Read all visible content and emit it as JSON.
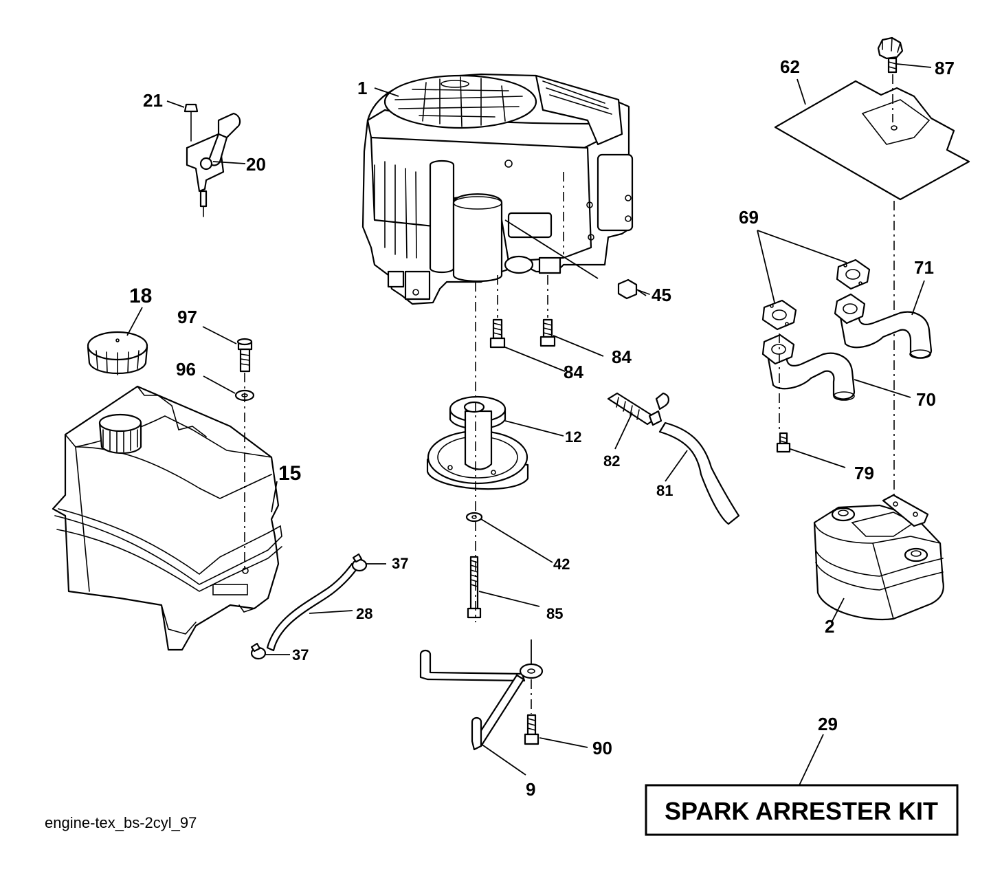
{
  "diagram": {
    "footer_code": "engine-tex_bs-2cyl_97",
    "kit_label": "SPARK ARRESTER KIT",
    "colors": {
      "ink": "#000000",
      "paper": "#ffffff"
    },
    "callouts": {
      "c1": "1",
      "c2": "2",
      "c9": "9",
      "c12": "12",
      "c15": "15",
      "c18": "18",
      "c20": "20",
      "c21": "21",
      "c28": "28",
      "c29": "29",
      "c37a": "37",
      "c37b": "37",
      "c42": "42",
      "c45": "45",
      "c62": "62",
      "c69": "69",
      "c70": "70",
      "c71": "71",
      "c79": "79",
      "c81": "81",
      "c82": "82",
      "c84a": "84",
      "c84b": "84",
      "c85": "85",
      "c87": "87",
      "c90": "90",
      "c96": "96",
      "c97": "97"
    }
  }
}
